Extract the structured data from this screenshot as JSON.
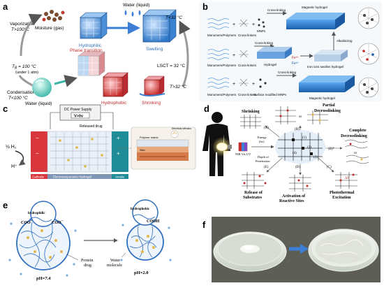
{
  "panels": {
    "a": {
      "letter": "a",
      "vaporization": "Vaporization",
      "t_gt100": "T>100°C",
      "moisture": "Moisture (gas)",
      "water_top": "Water (liquid)",
      "hydrophilic": "Hydrophilic",
      "swelling": "Swelling",
      "phase_transition": "Phase transition",
      "tb": "T",
      "tb_sub": "B",
      "tb_val": " = 100 °C",
      "tb_note": "(under 1 atm)",
      "lsct": "LSCT = 32 °C",
      "t_lt32": "T<32 °C",
      "t_gt32": "T>32 °C",
      "condensation": "Condensation",
      "t_lt100": "T<100 °C",
      "water_bottom": "Water (liquid)",
      "hydrophobic": "Hydrophobic",
      "shrinking": "Shrinking"
    },
    "b": {
      "letter": "b",
      "monomers": "Monomers/Polymers",
      "crosslinkers": "Cross-linkers",
      "mnps": "MNPs",
      "crosslinking": "Cross-linking",
      "magnetic_hydrogel": "Magnetic hydrogel",
      "alkalinizing": "Alkalinizing",
      "hydrogel": "Hydrogel",
      "fe3": "Fe³⁺",
      "fe2": "Fe²⁺",
      "iron_ions": "Iron ions swollen hydrogel",
      "surface_mnps": "Surface modified MNPs"
    },
    "c": {
      "letter": "c",
      "dc_power": "DC Power Supply",
      "voltage": "V>0v",
      "released_drug": "Released drug",
      "half_h2": "½ H₂",
      "h_plus": "H⁺",
      "cathode": "Cathode",
      "electro_hydrogel": "Electroresponsive Hydrogel",
      "anode": "Anode",
      "polymer_matrix": "Polymer matrix",
      "skin": "Skin",
      "electrical_stimulus": "Electrical stimulus"
    },
    "d": {
      "letter": "d",
      "shrinking": "Shrinking",
      "partial": "Partial",
      "decrosslinking": "Decrosslinking",
      "complete": "Complete",
      "decrosslinking2": "Decrosslinking",
      "or": "or",
      "A": "(A)",
      "B": "(B)",
      "Bstar": "(B)*",
      "C": "(C)",
      "D": "(D)",
      "E": "(E)",
      "energy": "Energy",
      "density": "(hv)",
      "nir": "NIR  Vis  UV",
      "depth": "Depth of",
      "penetration": "Penetration",
      "n1": "(1)",
      "n2": "(2)",
      "n3": "(3)",
      "n4": "(4)",
      "release": "Release of",
      "substrates": "Substrates",
      "activation": "Activation of",
      "reactive_sites": "Reactive Sites",
      "photothermal": "Photothermal",
      "excitation": "Excitation",
      "delta_t": "ΔT"
    },
    "e": {
      "letter": "e",
      "hydrophilic": "hydrophilic",
      "coo1": "COO",
      "coo2": "COO",
      "minus": "−",
      "hydrophobic": "hydrophobic",
      "cooh": "COOH",
      "protein": "Protein",
      "drug": "drug",
      "water": "Water",
      "molecule": "molecule",
      "ph1": "pH=7.4",
      "ph2": "pH=2.0"
    },
    "f": {
      "letter": "f"
    }
  },
  "colors": {
    "hydrophilic_blue": "#3d7fd6",
    "hydrophobic_red": "#d8343b",
    "hydrogel_blue": "#2f78c8",
    "cathode_red": "#d9373b",
    "anode_teal": "#1f8c98",
    "label_red": "#c62a2a"
  }
}
